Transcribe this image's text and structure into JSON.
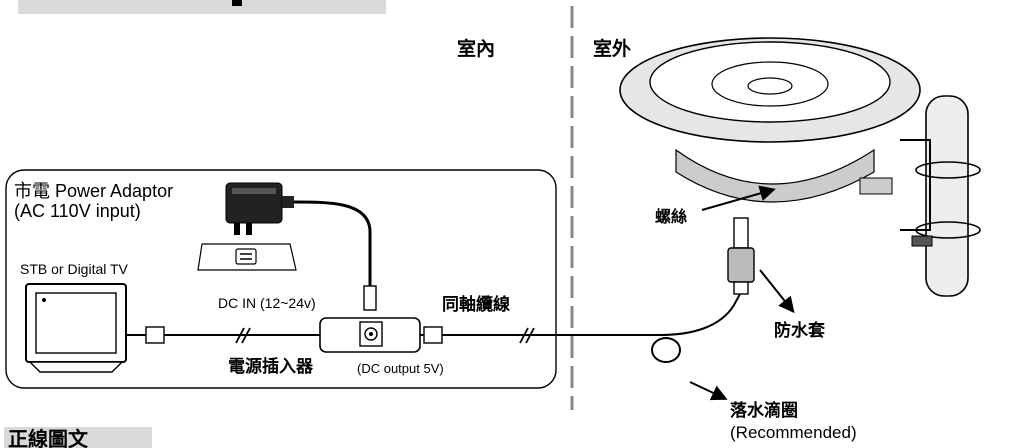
{
  "zones": {
    "indoor": "室內",
    "outdoor": "室外"
  },
  "labels": {
    "power_adaptor": "市電 Power Adaptor",
    "power_adaptor_input": "(AC 110V input)",
    "stb_tv": "STB or Digital TV",
    "dc_in": "DC IN (12~24v)",
    "power_inserter": "電源插入器",
    "power_inserter_output": "(DC output 5V)",
    "coax_cable": "同軸纜線",
    "screw": "螺絲",
    "waterproof_boot": "防水套",
    "drip_loop": "落水滴圈",
    "drip_loop_note": "(Recommended)",
    "bottom_tab": "正線圖文"
  },
  "colors": {
    "tab_grey": "#d9d9d9",
    "divider": "#888888",
    "stroke": "#000000"
  }
}
